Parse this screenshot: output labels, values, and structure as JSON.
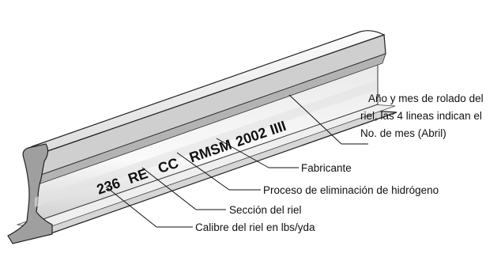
{
  "marking": {
    "weight": "236",
    "section": "RE",
    "process": "CC",
    "manufacturer": "RMSM",
    "year": "2002",
    "month_marks": "IIII"
  },
  "callouts": {
    "year_month": [
      "Año y mes de rolado del",
      "riel, las 4 lineas indican el",
      "No. de mes (Abril)"
    ],
    "manufacturer": "Fabricante",
    "hydrogen": "Proceso de eliminación de hidrógeno",
    "section": "Sección del riel",
    "weight": "Calibre del riel en lbs/yda"
  },
  "colors": {
    "rail_light": "#f4f4f4",
    "rail_mid": "#d9d9d9",
    "rail_dark": "#a8a8a8",
    "outline": "#222222"
  }
}
